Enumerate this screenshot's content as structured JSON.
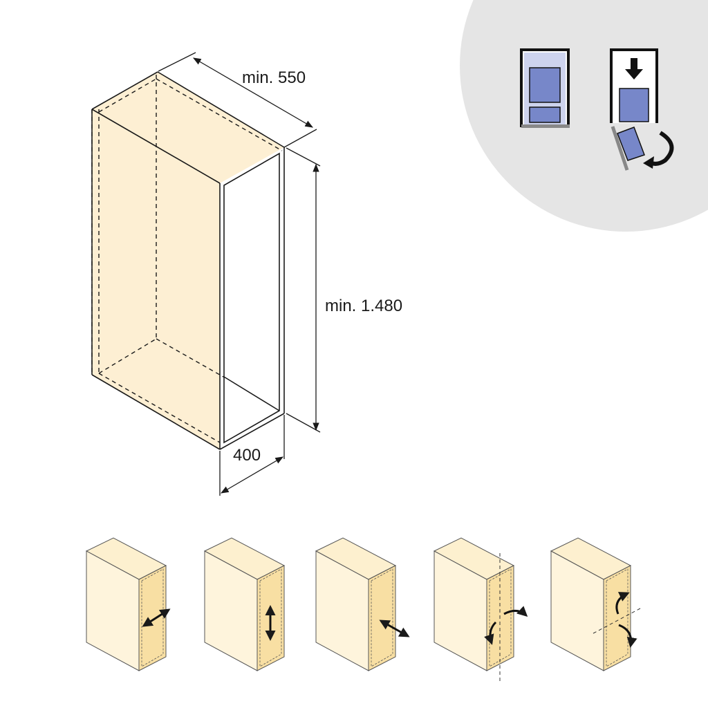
{
  "dimensions": {
    "depth_label": "min. 550",
    "height_label": "min. 1.480",
    "width_label": "400"
  },
  "colors": {
    "cabinet_fill": "#fdefd3",
    "cabinet_face": "#fff4dc",
    "door_fill": "#f8dfa3",
    "line": "#1a1a1a",
    "badge_bg": "#e5e5e5",
    "pullout_blue": "#7787c9"
  },
  "icons": {
    "badge": [
      "pullout-cabinet-icon",
      "pullout-down-swing-icon"
    ],
    "mounting_options": [
      "adjust-depth-icon",
      "adjust-height-icon",
      "adjust-lateral-icon",
      "door-swing-icon",
      "door-rotate-icon"
    ]
  }
}
